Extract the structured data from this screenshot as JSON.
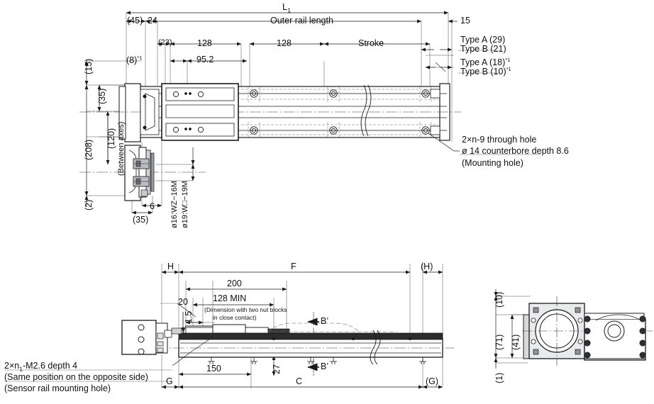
{
  "drawing": {
    "title": "Linear actuator dimensional drawing",
    "upper_view": {
      "top_dims": [
        {
          "name": "overall-length",
          "text": "L",
          "subscript": "1"
        },
        {
          "name": "outer-rail-length",
          "text": "Outer rail length"
        },
        {
          "name": "dim-45",
          "text": "(45)"
        },
        {
          "name": "dim-24",
          "text": "24"
        },
        {
          "name": "dim-15-right",
          "text": "15"
        },
        {
          "name": "dim-23",
          "text": "(23)"
        },
        {
          "name": "dim-128-a",
          "text": "128"
        },
        {
          "name": "dim-128-b",
          "text": "128"
        },
        {
          "name": "stroke",
          "text": "Stroke"
        },
        {
          "name": "dim-8",
          "text": "(8)",
          "note": "*1"
        },
        {
          "name": "dim-95-2",
          "text": "95.2"
        }
      ],
      "type_labels": [
        {
          "name": "type-a-29",
          "text": "Type A (29)"
        },
        {
          "name": "type-b-21",
          "text": "Type B (21)"
        },
        {
          "name": "type-a-18",
          "text": "Type A (18)",
          "note": "*1"
        },
        {
          "name": "type-b-10",
          "text": "Type B (10)",
          "note": "*1"
        }
      ],
      "left_dims": [
        {
          "name": "dim-15-left",
          "text": "(15)"
        },
        {
          "name": "dim-35-upper",
          "text": "(35)"
        },
        {
          "name": "dim-120",
          "text": "(120)"
        },
        {
          "name": "between-axes",
          "text": "(Between axes)"
        },
        {
          "name": "dim-208",
          "text": "(208)"
        },
        {
          "name": "dim-2",
          "text": "(2)"
        },
        {
          "name": "dim-35-lower",
          "text": "(35)"
        },
        {
          "name": "dim-6",
          "text": "6"
        }
      ],
      "shaft_callouts": [
        {
          "name": "shaft-16",
          "text": "ø16:WZ−16M"
        },
        {
          "name": "shaft-19",
          "text": "ø19:W□−19M"
        }
      ],
      "hole_callout": {
        "line1": "2×n-9 through hole",
        "line2": "ø 14 counterbore depth 8.6",
        "line3": "(Mounting hole)"
      }
    },
    "lower_view": {
      "top_dims": [
        {
          "name": "dim-h-left",
          "text": "H"
        },
        {
          "name": "dim-f",
          "text": "F"
        },
        {
          "name": "dim-h-right",
          "text": "(H)"
        },
        {
          "name": "dim-200",
          "text": "200"
        },
        {
          "name": "dim-128-min",
          "text": "128 MIN"
        },
        {
          "name": "dim-20",
          "text": "20"
        },
        {
          "name": "dim-1-5",
          "text": "1.5"
        }
      ],
      "nut_block_note": {
        "line1": "(Dimension with two nut blocks",
        "line2": "in close contact)"
      },
      "section_marks": [
        {
          "name": "section-b-top",
          "text": "B’"
        },
        {
          "name": "section-b-bottom",
          "text": "B’"
        }
      ],
      "bottom_dims": [
        {
          "name": "dim-150",
          "text": "150"
        },
        {
          "name": "dim-27",
          "text": "27"
        },
        {
          "name": "dim-c",
          "text": "C"
        },
        {
          "name": "dim-g-left",
          "text": "G"
        },
        {
          "name": "dim-g-right",
          "text": "(G)"
        }
      ],
      "sensor_callout": {
        "line1": "2×n",
        "line1_sub": "1",
        "line1_rest": "-M2.6 depth 4",
        "line2": "(Same position on the opposite side)",
        "line3": "(Sensor rail mounting hole)"
      }
    },
    "section_view": {
      "dims": [
        {
          "name": "dim-10",
          "text": "(10)"
        },
        {
          "name": "dim-71",
          "text": "(71)"
        },
        {
          "name": "dim-41",
          "text": "(41)"
        },
        {
          "name": "dim-1",
          "text": "(1)"
        }
      ]
    },
    "colors": {
      "line": "#1a1a1a",
      "thin": "#555555",
      "fill_light": "#e8eaec",
      "fill_mid": "#b9bcc0",
      "fill_dark": "#7d8185",
      "background": "#ffffff"
    }
  }
}
